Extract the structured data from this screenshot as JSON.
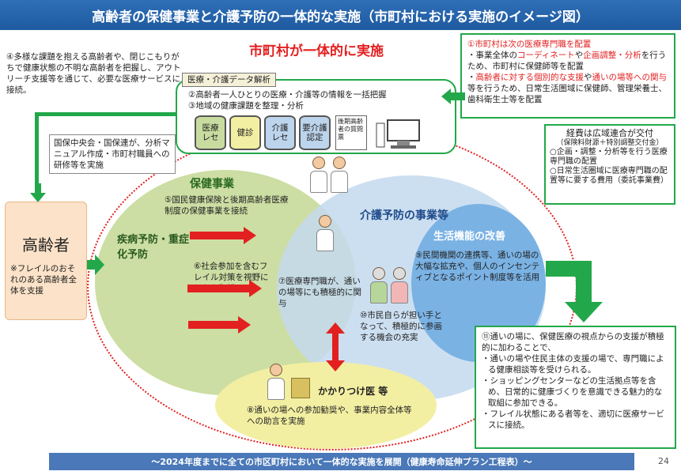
{
  "title": "高齢者の保健事業と介護予防の一体的な実施（市町村における実施のイメージ図）",
  "center_title": "市町村が一体的に実施",
  "note4": "④多様な課題を抱える高齢者や、閉じこもりがちで健康状態の不明な高齢者を把握し、アウトリーチ支援等を通じて、必要な医療サービスに接続。",
  "data_analysis": {
    "label": "医療・介護データ解析",
    "item2": "②高齢者一人ひとりの医療・介護等の情報を一括把握",
    "item3": "③地域の健康課題を整理・分析",
    "cans": [
      "医療\nレセ",
      "健診",
      "介護\nレセ",
      "要介護\n認定"
    ],
    "paper": "後期高齢者の質問票"
  },
  "box1": {
    "line1": "①市町村は次の医療専門職を配置",
    "line2a": "・事業全体の",
    "line2b": "コーディネート",
    "line2c": "や",
    "line2d": "企画調整・分析",
    "line2e": "を行うため、市町村に保健師等を配置",
    "line3a": "・",
    "line3b": "高齢者に対する個別的な支援",
    "line3c": "や",
    "line3d": "通いの場等への関与",
    "line3e": "等を行うため、日常生活圏域に保健師、管理栄養士、歯科衛生士等を配置"
  },
  "cost_box": {
    "title": "経費は広域連合が交付",
    "sub": "（保険料財源＋特別調整交付金）",
    "item1": "○企画・調整・分析等を行う医療専門職の配置",
    "item2": "○日常生活圏域に医療専門職の配置等に要する費用（委託事業費）"
  },
  "kokuho_box": "国保中央会・国保連が、分析マニュアル作成・市町村職員への研修等を実施",
  "elderly": {
    "title": "高齢者",
    "note": "※フレイルのおそれのある高齢者全体を支援"
  },
  "hoken": {
    "title": "保健事業",
    "item5": "⑤国民健康保険と後期高齢者医療制度の保健事業を接続",
    "disease": "疾病予防・重症化予防",
    "item6": "⑥社会参加を含むフレイル対策を視野に入れた取組へ"
  },
  "kaigo": {
    "title": "介護予防の事業等",
    "seikatsu": "生活機能の改善",
    "item9": "⑨民間機関の連携等、通いの場の大幅な拡充や、個人のインセンティブとなるポイント制度等を活用"
  },
  "item7": "⑦医療専門職が、通いの場等にも積極的に関与",
  "item10": "⑩市民自らが担い手となって、積極的に参画する機会の充実",
  "kakaritsuke": {
    "title": "かかりつけ医 等",
    "item8": "⑧通いの場への参加勧奨や、事業内容全体等への助言を実施"
  },
  "box11": {
    "head": "⑪通いの場に、保健医療の視点からの支援が積極的に加わることで、",
    "items": [
      "・通いの場や住民主体の支援の場で、専門職による健康相談等を受けられる。",
      "・ショッピングセンターなどの生活拠点等を含め、日常的に健康づくりを意識できる魅力的な取組に参加できる。",
      "・フレイル状態にある者等を、適切に医療サービスに接続。"
    ]
  },
  "footer": "～2024年度までに全ての市区町村において一体的な実施を展開（健康寿命延伸プラン工程表）～",
  "page_number": "24",
  "colors": {
    "title_bar": "#1e5aa0",
    "green": "#22a84a",
    "red": "#e32020",
    "hoken_circle": "#c8dca0",
    "kaigo_circle": "#bcd4ec",
    "seikatsu_circle": "#6fa9e0",
    "kakaritsuke_circle": "#f4f0a0"
  }
}
